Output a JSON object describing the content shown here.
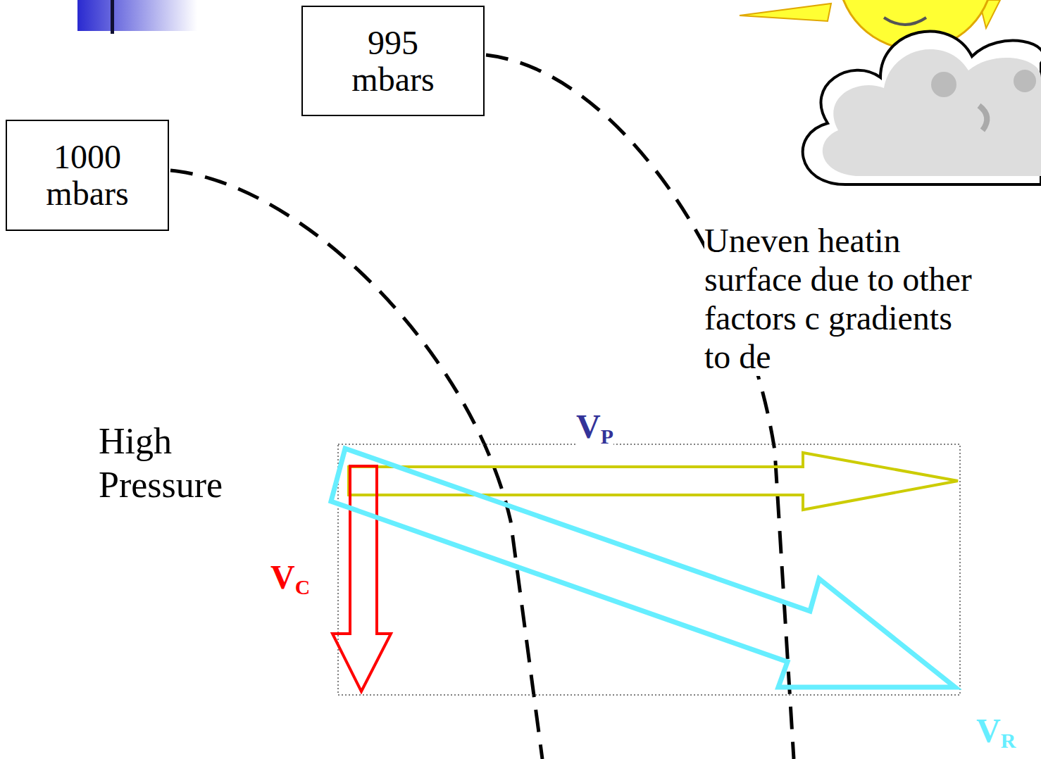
{
  "diagram": {
    "nodes": [
      {
        "text": [
          "995 mbars"
        ]
      },
      {
        "text": [
          "1000 mbars"
        ]
      }
    ],
    "labels": [
      "High Pressure",
      "VP",
      "VC",
      "VR",
      "Uneven heatin surface due to other factors c gradients to de"
    ]
  }
}
